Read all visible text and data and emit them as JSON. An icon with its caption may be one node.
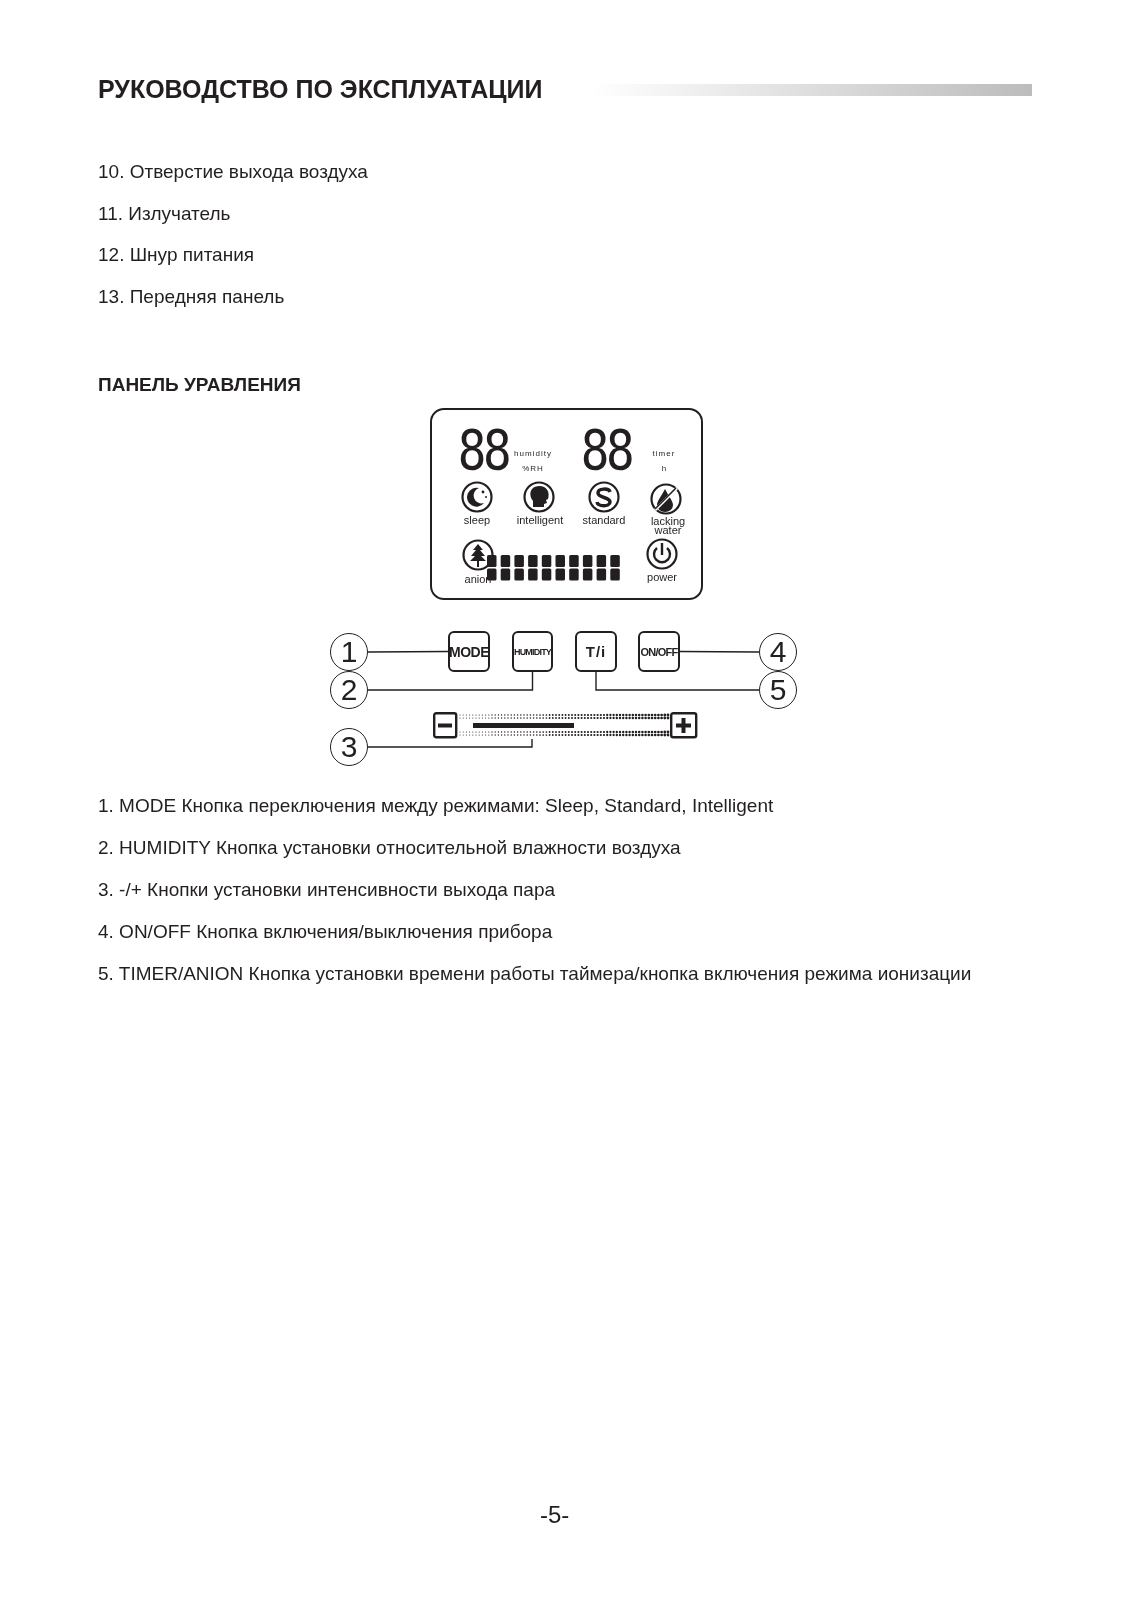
{
  "diagram": {
    "title": "РУКОВОДСТВО ПО ЭКСПЛУАТАЦИИ",
    "nodes": [
      {
        "text": [
          "88",
          "humidity",
          "%RH",
          "88",
          "timer",
          "h",
          "sleep",
          "intelligent",
          "standard",
          "lacking water",
          "anion",
          "power"
        ]
      },
      {
        "text": [
          "1"
        ]
      },
      {
        "text": [
          "MODE"
        ]
      },
      {
        "text": [
          "HUMIDITY"
        ]
      },
      {
        "text": [
          "T/i"
        ]
      },
      {
        "text": [
          "ON/OFF"
        ]
      },
      {
        "text": [
          "4"
        ]
      },
      {
        "text": [
          "2"
        ]
      },
      {
        "text": [
          "5"
        ]
      },
      {
        "text": [],
        "shape": "bar"
      },
      {
        "text": [
          "3"
        ]
      }
    ],
    "edges": [
      {
        "from": 1,
        "to": 2,
        "arrow": "none"
      },
      {
        "from": 7,
        "to": 3,
        "arrow": "none"
      },
      {
        "from": 10,
        "to": 9,
        "arrow": "none"
      },
      {
        "from": 6,
        "to": 5,
        "arrow": "none"
      },
      {
        "from": 8,
        "to": 4,
        "arrow": "none"
      }
    ],
    "labels": [
      "10. Отверстие выхода воздуха",
      "11. Излучатель",
      "12. Шнур питания",
      "13. Передняя панель",
      "ПАНЕЛЬ УРАВЛЕНИЯ",
      "1. MODE Кнопка переключения между режимами: Sleep, Standard, Intelligent",
      "2. HUMIDITY Кнопка установки относительной влажности воздуха",
      "3. -/+ Кнопки установки интенсивности выхода пара",
      "4. ON/OFF Кнопка включения/выключения прибора",
      "5. TIMER/ANION Кнопка установки времени работы таймера/кнопка включения режима ионизации",
      "-5-"
    ]
  }
}
